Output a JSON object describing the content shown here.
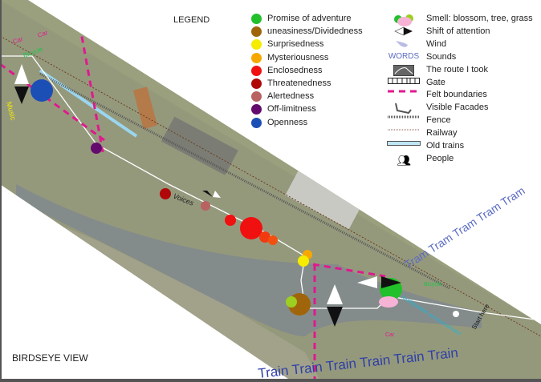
{
  "legend_title": "LEGEND",
  "view_label": "BIRDSEYE VIEW",
  "emotions": [
    {
      "label": "Promise of adventure",
      "color": "#22c02a"
    },
    {
      "label": "uneasiness/Dividedness",
      "color": "#a0650a"
    },
    {
      "label": "Surprisedness",
      "color": "#f5ec00"
    },
    {
      "label": "Mysteriousness",
      "color": "#f7a800"
    },
    {
      "label": "Enclosedness",
      "color": "#f01010"
    },
    {
      "label": "Threatenedness",
      "color": "#b00808"
    },
    {
      "label": "Alertedness",
      "color": "#b86262"
    },
    {
      "label": "Off-limitness",
      "color": "#640a6e"
    },
    {
      "label": "Openness",
      "color": "#1c4fb5"
    }
  ],
  "symbols": [
    {
      "icon": "smell-icon",
      "label": "Smell: blossom, tree, grass"
    },
    {
      "icon": "shift-attention-icon",
      "label": "Shift of attention"
    },
    {
      "icon": "wind-icon",
      "label": "Wind"
    },
    {
      "icon": "words-icon",
      "label": "Sounds",
      "sample": "WORDS"
    },
    {
      "icon": "route-icon",
      "label": "The route I took"
    },
    {
      "icon": "gate-icon",
      "label": "Gate"
    },
    {
      "icon": "felt-boundary-icon",
      "label": "Felt boundaries"
    },
    {
      "icon": "facade-icon",
      "label": "Visible Facades"
    },
    {
      "icon": "fence-icon",
      "label": "Fence"
    },
    {
      "icon": "railway-icon",
      "label": "Railway"
    },
    {
      "icon": "old-trains-icon",
      "label": "Old trains"
    },
    {
      "icon": "people-icon",
      "label": "People"
    }
  ],
  "map_labels": {
    "car1": "Car",
    "car2": "Car",
    "bicycle": "Bicycle",
    "music": "Music",
    "voices": "Voices",
    "tram": "Tram Tram Tram Tram Tram",
    "train": "Train Train Train Train Train Train",
    "bicycle2": "Bicycle",
    "loudspeaker": "loudspeaker announcement",
    "car3": "Car",
    "start": "Start here"
  }
}
